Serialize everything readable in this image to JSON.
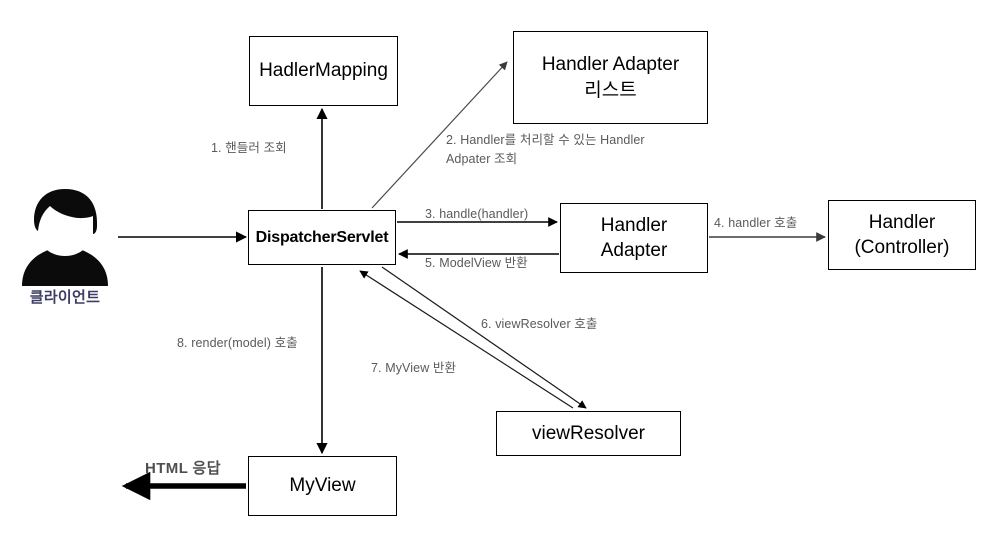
{
  "diagram": {
    "title": "Spring MVC DispatcherServlet Flow",
    "background": "#ffffff",
    "box_border_color": "#000000",
    "label_color": "#5a5a5a",
    "client_label_color": "#3c3c64",
    "nodes": {
      "hadler_mapping": {
        "label": "HadlerMapping"
      },
      "handler_adapter_list": {
        "line1": "Handler Adapter",
        "line2": "리스트"
      },
      "dispatcher_servlet": {
        "label": "DispatcherServlet"
      },
      "handler_adapter": {
        "line1": "Handler",
        "line2": "Adapter"
      },
      "handler_controller": {
        "line1": "Handler",
        "line2": "(Controller)"
      },
      "view_resolver": {
        "label": "viewResolver"
      },
      "my_view": {
        "label": "MyView"
      }
    },
    "client": {
      "icon": "person-avatar-icon",
      "label": "클라이언트"
    },
    "edge_labels": {
      "step1": "1. 핸들러 조회",
      "step2": "2. Handler를  처리할  수  있는  Handler\n    Adpater 조회",
      "step3": "3.  handle(handler)",
      "step4": "4.  handler 호출",
      "step5": "5.  ModelView 반환",
      "step6": "6.  viewResolver 호출",
      "step7": "7.  MyView 반환",
      "step8": "8.  render(model) 호출",
      "html_response": "HTML 응답"
    }
  }
}
